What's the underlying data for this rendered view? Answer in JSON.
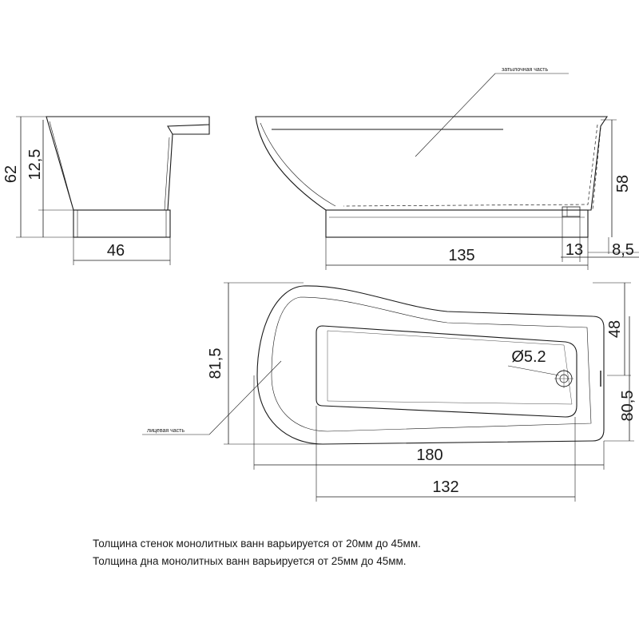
{
  "views": {
    "end": {
      "height_total": "62",
      "height_skirt": "12,5",
      "width_base": "46"
    },
    "side": {
      "label_back": "затылочная часть",
      "height_inner": "58",
      "length_base": "135",
      "offset_drain": "13",
      "offset_edge": "8,5"
    },
    "top": {
      "label_front": "лицевая часть",
      "width_total": "81,5",
      "length_total": "180",
      "length_inner": "132",
      "drain_diameter": "Ø5.2",
      "width_narrow": "48",
      "width_end": "80,5"
    }
  },
  "notes": [
    "Толщина стенок монолитных ванн варьируется от 20мм до 45мм.",
    "Толщина дна монолитных ванн варьируется от 25мм до 45мм."
  ],
  "colors": {
    "line": "#1a1a1a",
    "background": "#ffffff"
  }
}
